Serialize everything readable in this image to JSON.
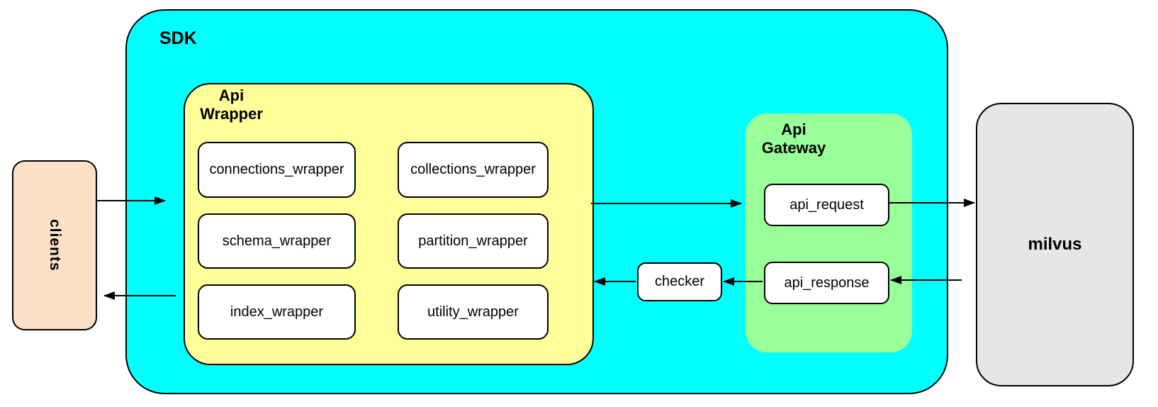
{
  "diagram": {
    "nodes": {
      "clients": "clients",
      "sdk": "SDK",
      "api_wrapper": "Api Wrapper",
      "wrappers": [
        "connections_wrapper",
        "collections_wrapper",
        "schema_wrapper",
        "partition_wrapper",
        "index_wrapper",
        "utility_wrapper"
      ],
      "checker": "checker",
      "api_gateway": "Api Gateway",
      "api_request": "api_request",
      "api_response": "api_response",
      "milvus": "milvus"
    },
    "colors": {
      "sdk_fill": "#00ffff",
      "api_wrapper_fill": "#ffff99",
      "api_gateway_fill": "#99ff99",
      "clients_fill": "#fce1c6",
      "milvus_fill": "#e6e6e6",
      "inner_node_fill": "#ffffff",
      "stroke": "#000000"
    },
    "edges": [
      {
        "from": "clients",
        "to": "SDK"
      },
      {
        "from": "SDK",
        "to": "clients"
      },
      {
        "from": "Api Wrapper",
        "to": "api_request"
      },
      {
        "from": "api_request",
        "to": "milvus"
      },
      {
        "from": "milvus",
        "to": "api_response"
      },
      {
        "from": "api_response",
        "to": "checker"
      },
      {
        "from": "checker",
        "to": "Api Wrapper"
      }
    ]
  }
}
